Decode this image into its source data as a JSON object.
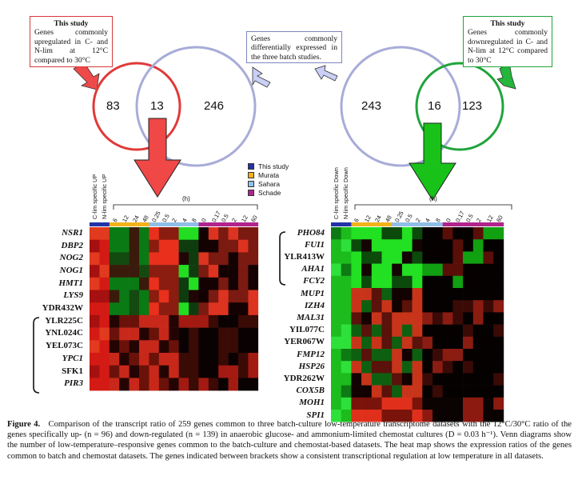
{
  "boxes": {
    "left": {
      "title": "This study",
      "body": "Genes commonly upregulated in C- and N-lim at 12°C compared to 30°C"
    },
    "middle": {
      "body": "Genes commonly differentially expressed in the three batch studies."
    },
    "right": {
      "title": "This study",
      "body": "Genes commonly downregulated in C- and N-lim at 12°C compared to 30°C"
    }
  },
  "venn": {
    "up": {
      "left": "83",
      "center": "13",
      "right": "246"
    },
    "down": {
      "left": "243",
      "center": "16",
      "right": "123"
    }
  },
  "legend": {
    "items": [
      {
        "label": "This study",
        "color": "#2332a8"
      },
      {
        "label": "Murata",
        "color": "#f2b21a"
      },
      {
        "label": "Sahara",
        "color": "#8fbfe6"
      },
      {
        "label": "Schade",
        "color": "#b0248c"
      }
    ]
  },
  "heatmap": {
    "hours_label": "(h)",
    "col_labels_up": [
      "C-lim specific UP",
      "N-lim specific UP"
    ],
    "col_labels_down": [
      "C-lim specific Down",
      "N-lim specific Down"
    ],
    "time_labels": [
      "6",
      "12",
      "24",
      "48",
      "0.25",
      "0.5",
      "2",
      "4",
      "8",
      "0",
      "0.17",
      "0.5",
      "2",
      "12",
      "60"
    ],
    "genes_up": [
      {
        "name": "NSR1",
        "italic": true
      },
      {
        "name": "DBP2",
        "italic": true
      },
      {
        "name": "NOG2",
        "italic": true
      },
      {
        "name": "NOG1",
        "italic": true
      },
      {
        "name": "HMT1",
        "italic": true
      },
      {
        "name": "LYS9",
        "italic": true
      },
      {
        "name": "YDR432W",
        "italic": false
      },
      {
        "name": "YLR225C",
        "italic": false
      },
      {
        "name": "YNL024C",
        "italic": false
      },
      {
        "name": "YEL073C",
        "italic": false
      },
      {
        "name": "YPC1",
        "italic": true
      },
      {
        "name": "SFK1",
        "italic": false
      },
      {
        "name": "PIR3",
        "italic": true
      }
    ],
    "genes_down": [
      {
        "name": "PHO84",
        "italic": true
      },
      {
        "name": "FUI1",
        "italic": true
      },
      {
        "name": "YLR413W",
        "italic": false
      },
      {
        "name": "AHA1",
        "italic": true
      },
      {
        "name": "FCY2",
        "italic": true
      },
      {
        "name": "MUP1",
        "italic": true
      },
      {
        "name": "IZH4",
        "italic": true
      },
      {
        "name": "MAL31",
        "italic": true
      },
      {
        "name": "YIL077C",
        "italic": false
      },
      {
        "name": "YER067W",
        "italic": false
      },
      {
        "name": "FMP12",
        "italic": true
      },
      {
        "name": "HSP26",
        "italic": true
      },
      {
        "name": "YDR262W",
        "italic": false
      },
      {
        "name": "COX5B",
        "italic": true
      },
      {
        "name": "MOH1",
        "italic": true
      },
      {
        "name": "SPI1",
        "italic": true
      }
    ]
  },
  "caption": {
    "label": "Figure 4.",
    "text": "Comparison of the transcript ratio of 259 genes common to three batch-culture low-temperature transcriptome datasets with the 12°C/30°C ratio of the genes specifically up- (n = 96) and down-regulated (n = 139) in anaerobic glucose- and ammonium-limited chemostat cultures (D = 0.03 h⁻¹). Venn diagrams show the number of low-temperature–responsive genes common to the batch-culture and chemostat-based datasets. The heat map shows the expression ratios of the genes common to batch and chemostat datasets. The genes indicated between brackets show a consistent transcriptional regulation at low temperature in all datasets."
  }
}
